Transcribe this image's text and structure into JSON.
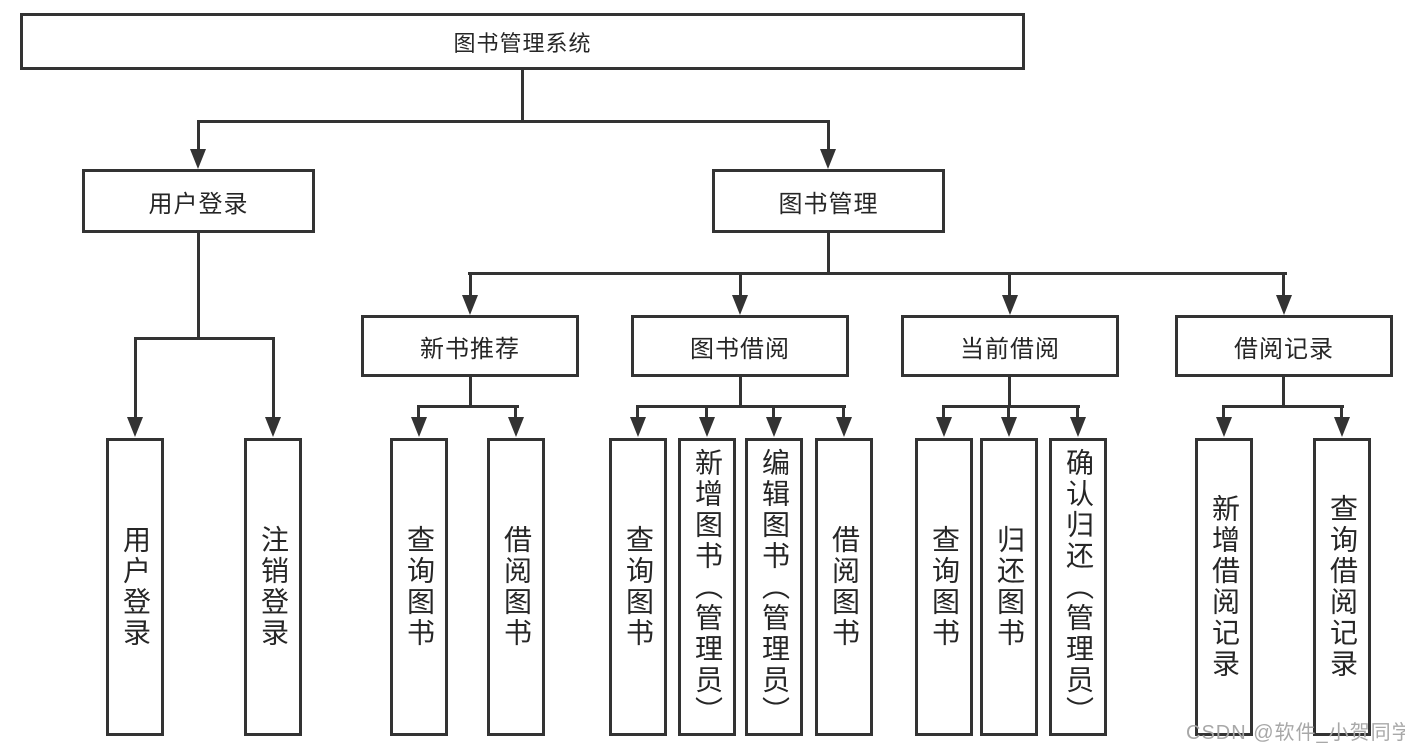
{
  "diagram_title": "图书管理系统",
  "tree": {
    "root": "图书管理系统",
    "branches": [
      {
        "label": "用户登录",
        "children": [
          "用户登录",
          "注销登录"
        ]
      },
      {
        "label": "图书管理",
        "sections": [
          {
            "label": "新书推荐",
            "children": [
              "查询图书",
              "借阅图书"
            ]
          },
          {
            "label": "图书借阅",
            "children": [
              "查询图书",
              "新增图书（管理员）",
              "编辑图书（管理员）",
              "借阅图书"
            ]
          },
          {
            "label": "当前借阅",
            "children": [
              "查询图书",
              "归还图书",
              "确认归还（管理员）"
            ]
          },
          {
            "label": "借阅记录",
            "children": [
              "新增借阅记录",
              "查询借阅记录"
            ]
          }
        ]
      }
    ]
  },
  "watermark": {
    "text": "CSDN @软件_小贺同学"
  },
  "colors": {
    "background": "#ffffff",
    "box_border": "#333333",
    "connector_line": "#333333",
    "text": "#262626",
    "watermark": "#a8a8a8"
  }
}
